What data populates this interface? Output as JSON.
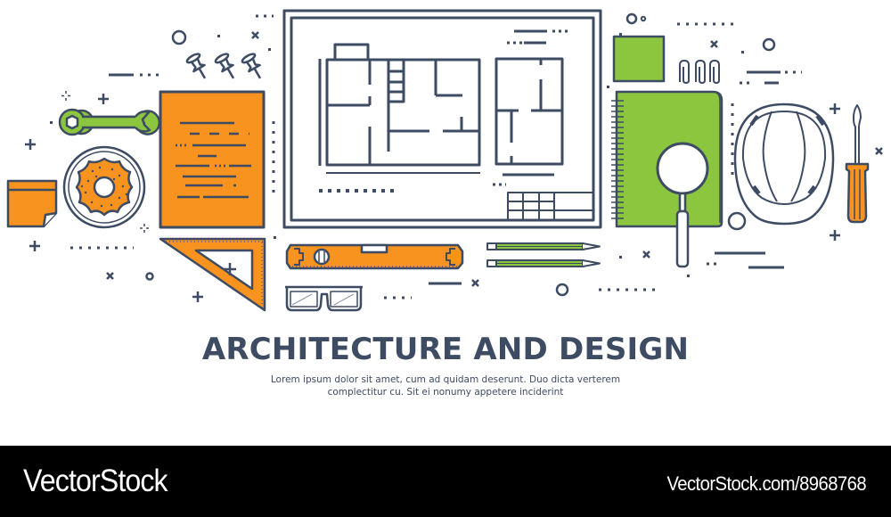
{
  "headline": "ARCHITECTURE AND DESIGN",
  "subtext": {
    "line1": "Lorem ipsum dolor sit amet, cum ad quidam deserunt. Duo dicta verterem",
    "line2": "complectitur cu. Sit ei nonumy appetere inciderint"
  },
  "watermark": {
    "logo": "VectorStock",
    "url": "VectorStock.com/8968768"
  },
  "colors": {
    "outline": "#3d4b63",
    "orange": "#f7931e",
    "green": "#8cc63f",
    "background": "#ffffff",
    "band": "#000000"
  },
  "illustration": {
    "items": [
      "blueprint",
      "sticky-note",
      "donut",
      "wrench",
      "push-pins",
      "orange-notepad",
      "set-square",
      "spirit-level",
      "glasses",
      "pencils",
      "green-sticky-note",
      "paper-clips",
      "green-notebook",
      "magnifier",
      "hard-hat",
      "screwdriver"
    ]
  }
}
